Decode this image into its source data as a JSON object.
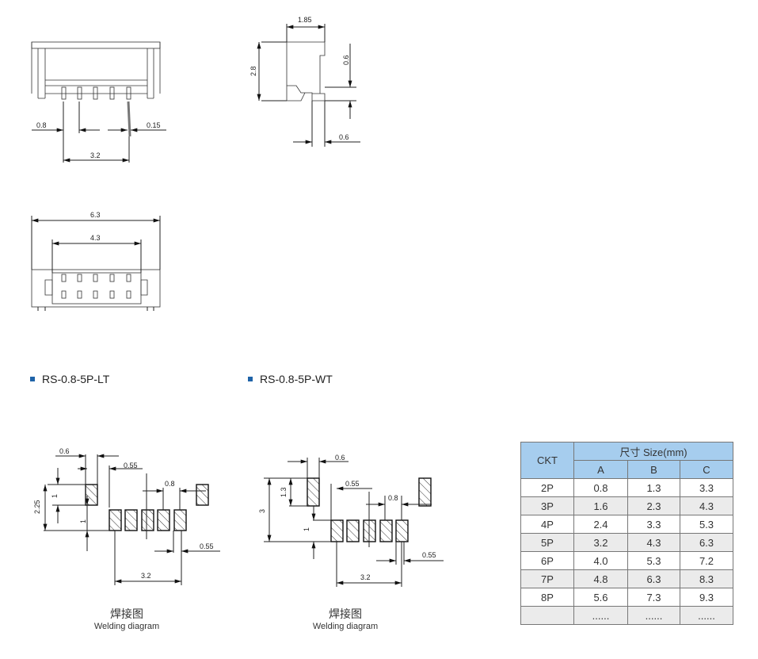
{
  "front_view": {
    "dims": {
      "pitch": "0.8",
      "pin_width": "0.15",
      "span": "3.2"
    }
  },
  "side_view": {
    "dims": {
      "depth": "1.85",
      "height": "2.8",
      "step_height": "0.6",
      "step_width": "0.6"
    }
  },
  "bottom_view": {
    "dims": {
      "overall": "6.3",
      "inner": "4.3"
    }
  },
  "models": [
    {
      "name": "RS-0.8-5P-LT"
    },
    {
      "name": "RS-0.8-5P-WT"
    }
  ],
  "welding_lt": {
    "dims": {
      "a": "0.6",
      "b": "0.55",
      "c": "0.8",
      "d": "2.25",
      "e": "1",
      "f": "1",
      "g": "0.55",
      "h": "3.2"
    },
    "caption_zh": "焊接图",
    "caption_en": "Welding diagram"
  },
  "welding_wt": {
    "dims": {
      "a": "0.6",
      "b": "0.55",
      "c": "0.8",
      "d": "3",
      "e": "1.3",
      "f": "1",
      "g": "0.55",
      "h": "3.2"
    },
    "caption_zh": "焊接图",
    "caption_en": "Welding diagram"
  },
  "size_table": {
    "header_ckt": "CKT",
    "header_size": "尺寸 Size(mm)",
    "cols": [
      "A",
      "B",
      "C"
    ],
    "rows": [
      [
        "2P",
        "0.8",
        "1.3",
        "3.3"
      ],
      [
        "3P",
        "1.6",
        "2.3",
        "4.3"
      ],
      [
        "4P",
        "2.4",
        "3.3",
        "5.3"
      ],
      [
        "5P",
        "3.2",
        "4.3",
        "6.3"
      ],
      [
        "6P",
        "4.0",
        "5.3",
        "7.2"
      ],
      [
        "7P",
        "4.8",
        "6.3",
        "8.3"
      ],
      [
        "8P",
        "5.6",
        "7.3",
        "9.3"
      ],
      [
        "",
        "......",
        "......",
        "......"
      ]
    ]
  },
  "colors": {
    "bullet": "#1f63a8",
    "table_header": "#a6cdee",
    "row_alt": "#ebebeb"
  }
}
